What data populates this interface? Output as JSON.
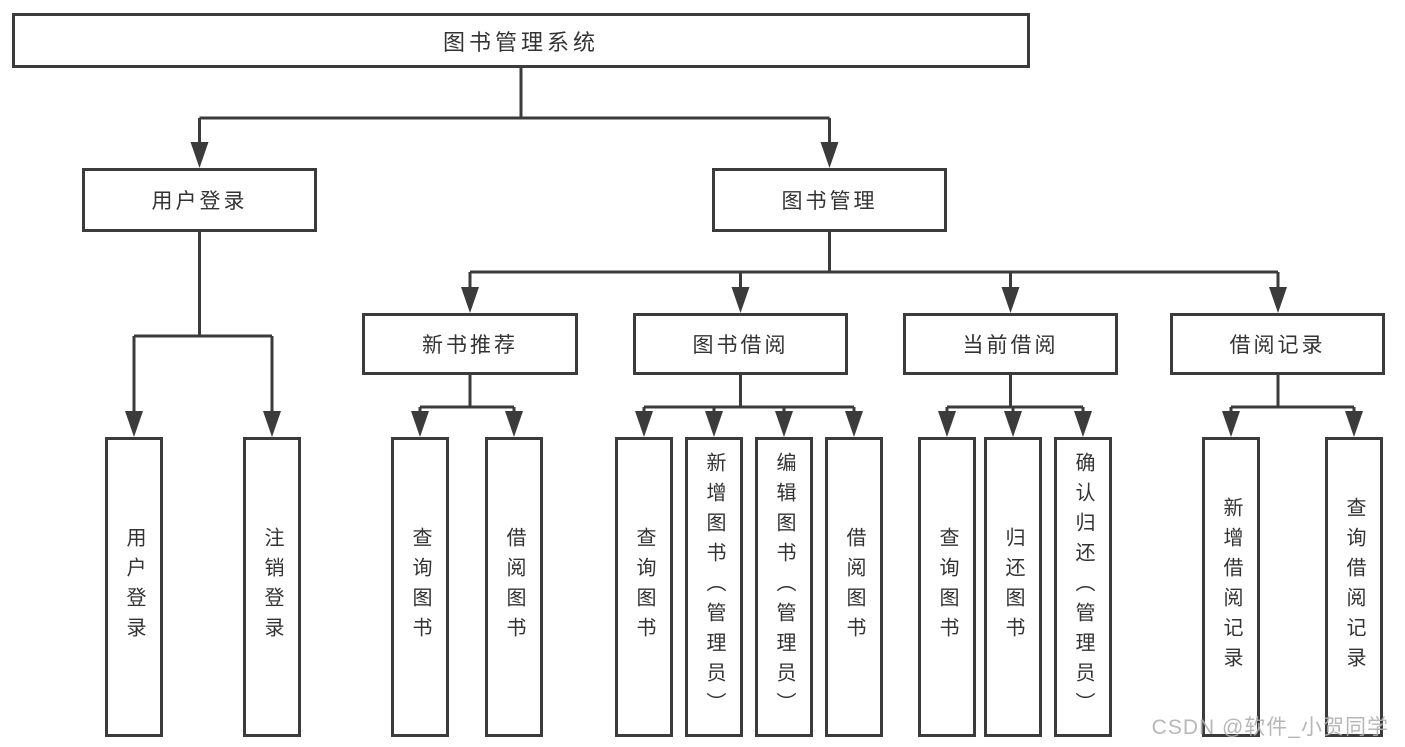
{
  "colors": {
    "line": "#3b3b3b",
    "box_border": "#3b3b3b",
    "box_fill": "#ffffff",
    "text": "#333333",
    "watermark": "#b0b0b0"
  },
  "watermark": "CSDN @软件_小贺同学",
  "tree": {
    "root": {
      "label": "图书管理系统"
    },
    "level2": [
      {
        "label": "用户登录"
      },
      {
        "label": "图书管理"
      }
    ],
    "level3": [
      {
        "label": "新书推荐",
        "parent": "图书管理"
      },
      {
        "label": "图书借阅",
        "parent": "图书管理"
      },
      {
        "label": "当前借阅",
        "parent": "图书管理"
      },
      {
        "label": "借阅记录",
        "parent": "图书管理"
      }
    ],
    "leaves": [
      {
        "label": "用户登录",
        "parent": "用户登录"
      },
      {
        "label": "注销登录",
        "parent": "用户登录"
      },
      {
        "label": "查询图书",
        "parent": "新书推荐"
      },
      {
        "label": "借阅图书",
        "parent": "新书推荐"
      },
      {
        "label": "查询图书",
        "parent": "图书借阅"
      },
      {
        "label": "新增图书（管理员）",
        "parent": "图书借阅"
      },
      {
        "label": "编辑图书（管理员）",
        "parent": "图书借阅"
      },
      {
        "label": "借阅图书",
        "parent": "图书借阅"
      },
      {
        "label": "查询图书",
        "parent": "当前借阅"
      },
      {
        "label": "归还图书",
        "parent": "当前借阅"
      },
      {
        "label": "确认归还（管理员）",
        "parent": "当前借阅"
      },
      {
        "label": "新增借阅记录",
        "parent": "借阅记录"
      },
      {
        "label": "查询借阅记录",
        "parent": "借阅记录"
      }
    ]
  }
}
